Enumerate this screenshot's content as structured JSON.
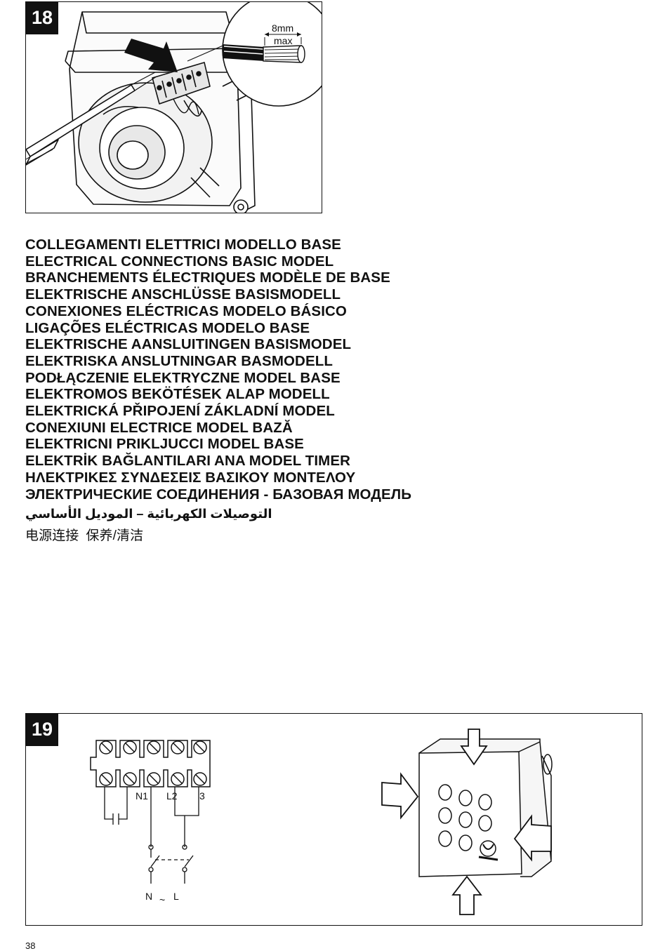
{
  "figure18": {
    "number": "18",
    "callout_measure": "8mm",
    "callout_limit": "max"
  },
  "headings": [
    "COLLEGAMENTI ELETTRICI MODELLO BASE",
    "ELECTRICAL CONNECTIONS BASIC MODEL",
    "BRANCHEMENTS ÉLECTRIQUES MODÈLE DE BASE",
    "ELEKTRISCHE ANSCHLÜSSE BASISMODELL",
    "CONEXIONES ELÉCTRICAS MODELO BÁSICO",
    "LIGAÇÕES ELÉCTRICAS MODELO BASE",
    "ELEKTRISCHE AANSLUITINGEN BASISMODEL",
    "ELEKTRISKA ANSLUTNINGAR BASMODELL",
    "PODŁĄCZENIE ELEKTRYCZNE MODEL BASE",
    "ELEKTROMOS BEKÖTÉSEK ALAP MODELL",
    "ELEKTRICKÁ PŘIPOJENÍ ZÁKLADNÍ MODEL",
    "CONEXIUNI ELECTRICE MODEL BAZĂ",
    "ELEKTRICNI PRIKLJUCCI MODEL BASE",
    "ELEKTRİK BAĞLANTILARI ANA MODEL TIMER",
    "ΗΛΕΚΤΡΙΚΕΣ ΣΥΝΔΕΣΕΙΣ ΒΑΣΙΚΟΥ ΜΟΝΤΕΛΟΥ",
    "ЭЛЕКТРИЧЕСКИЕ СОЕДИНЕНИЯ - БАЗОВАЯ МОДЕЛЬ"
  ],
  "heading_arabic": "التوصيلات الكهربائية – الموديل الأساسي",
  "heading_chinese_a": "电源连接",
  "heading_chinese_b": "保养/清洁",
  "figure19": {
    "number": "19",
    "terminal_n1": "N1",
    "terminal_l2": "L2",
    "terminal_3": "3",
    "supply_n": "N",
    "supply_tilde": "~",
    "supply_l": "L"
  },
  "page_number": "38"
}
